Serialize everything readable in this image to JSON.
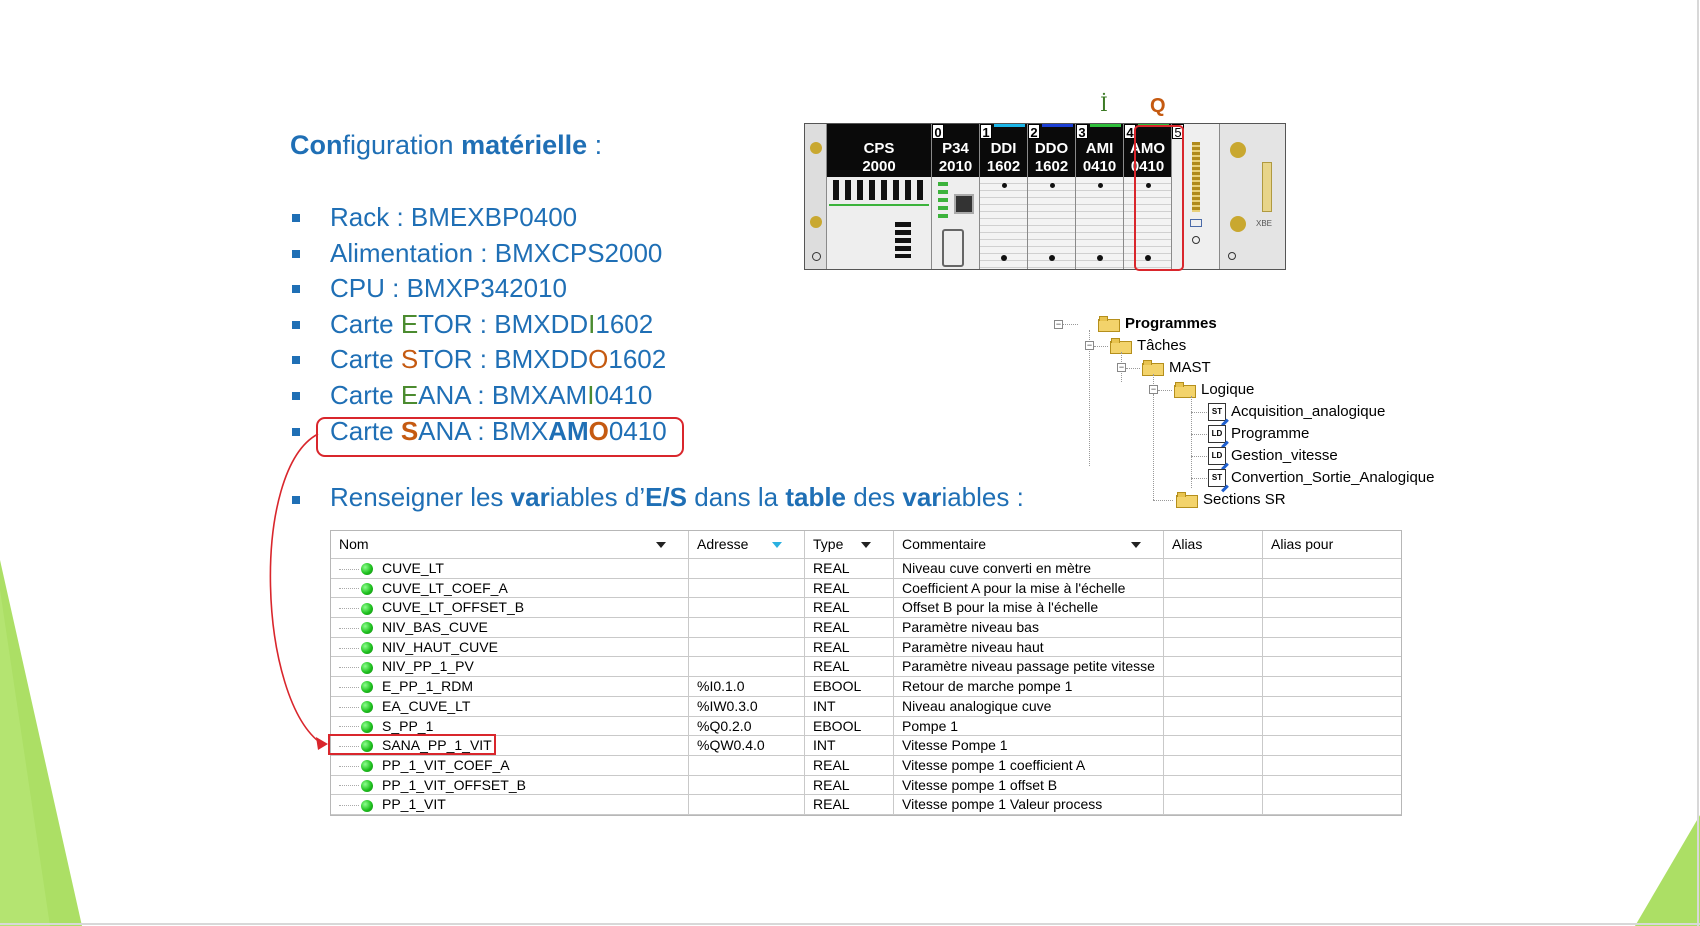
{
  "title": {
    "part1": "Con",
    "part2": "f",
    "part3": "iguration ",
    "part4": "matérielle",
    "part5": " :"
  },
  "bullets": [
    {
      "label": "Rack : ",
      "value": "BMEXBP0400"
    },
    {
      "label": "Alimentation : ",
      "value": "BMXCPS2000"
    },
    {
      "label": "CPU : ",
      "value": "BMXP342010"
    },
    {
      "pre": "Carte ",
      "hl": "E",
      "mid": "TOR : BMXDD",
      "hl2": "I",
      "post": "1602"
    },
    {
      "pre": "Carte ",
      "hl": "S",
      "mid": "TOR : BMXDD",
      "hl2": "O",
      "post": "1602"
    },
    {
      "pre": "Carte ",
      "hl": "E",
      "mid": "ANA : BMXAM",
      "hl2": "I",
      "post": "0410"
    },
    {
      "pre": "Carte ",
      "hl": "S",
      "mid": "ANA : BMX",
      "hl2a": "AM",
      "hl2": "O",
      "post": "0410"
    }
  ],
  "renseigner": {
    "a": "Renseigner les ",
    "b": "var",
    "c": "iables d’",
    "d": "E/S",
    "e": " dans la ",
    "f": "table",
    "g": " des ",
    "h": "var",
    "i": "iables :"
  },
  "rack": {
    "label_i": "İ",
    "label_q": "Q",
    "modules": [
      {
        "slot": "",
        "l1": "CPS",
        "l2": "2000"
      },
      {
        "slot": "0",
        "l1": "P34",
        "l2": "2010"
      },
      {
        "slot": "1",
        "l1": "DDI",
        "l2": "1602"
      },
      {
        "slot": "2",
        "l1": "DDO",
        "l2": "1602"
      },
      {
        "slot": "3",
        "l1": "AMI",
        "l2": "0410"
      },
      {
        "slot": "4",
        "l1": "AMO",
        "l2": "0410"
      },
      {
        "slot": "5",
        "l1": "",
        "l2": ""
      }
    ],
    "xbe": "XBE"
  },
  "tree": {
    "programmes": "Programmes",
    "taches": "Tâches",
    "mast": "MAST",
    "logique": "Logique",
    "items": [
      {
        "icon": "ST",
        "label": "Acquisition_analogique"
      },
      {
        "icon": "LD",
        "label": "Programme"
      },
      {
        "icon": "LD",
        "label": "Gestion_vitesse"
      },
      {
        "icon": "ST",
        "label": "Convertion_Sortie_Analogique"
      }
    ],
    "sections_sr": "Sections SR"
  },
  "table": {
    "headers": {
      "nom": "Nom",
      "adresse": "Adresse",
      "type": "Type",
      "commentaire": "Commentaire",
      "alias": "Alias",
      "alias_pour": "Alias pour"
    },
    "rows": [
      {
        "nom": "CUVE_LT",
        "adresse": "",
        "type": "REAL",
        "commentaire": "Niveau cuve converti en mètre"
      },
      {
        "nom": "CUVE_LT_COEF_A",
        "adresse": "",
        "type": "REAL",
        "commentaire": "Coefficient A pour la mise à l'échelle"
      },
      {
        "nom": "CUVE_LT_OFFSET_B",
        "adresse": "",
        "type": "REAL",
        "commentaire": "Offset B pour la mise à l'échelle"
      },
      {
        "nom": "NIV_BAS_CUVE",
        "adresse": "",
        "type": "REAL",
        "commentaire": "Paramètre niveau bas"
      },
      {
        "nom": "NIV_HAUT_CUVE",
        "adresse": "",
        "type": "REAL",
        "commentaire": "Paramètre niveau haut"
      },
      {
        "nom": "NIV_PP_1_PV",
        "adresse": "",
        "type": "REAL",
        "commentaire": "Paramètre niveau passage petite vitesse"
      },
      {
        "nom": "E_PP_1_RDM",
        "adresse": "%I0.1.0",
        "type": "EBOOL",
        "commentaire": "Retour de marche pompe 1"
      },
      {
        "nom": "EA_CUVE_LT",
        "adresse": "%IW0.3.0",
        "type": "INT",
        "commentaire": "Niveau analogique cuve"
      },
      {
        "nom": "S_PP_1",
        "adresse": "%Q0.2.0",
        "type": "EBOOL",
        "commentaire": "Pompe 1"
      },
      {
        "nom": "SANA_PP_1_VIT",
        "adresse": "%QW0.4.0",
        "type": "INT",
        "commentaire": "Vitesse Pompe 1"
      },
      {
        "nom": "PP_1_VIT_COEF_A",
        "adresse": "",
        "type": "REAL",
        "commentaire": "Vitesse pompe 1 coefficient A"
      },
      {
        "nom": "PP_1_VIT_OFFSET_B",
        "adresse": "",
        "type": "REAL",
        "commentaire": "Vitesse pompe 1 offset B"
      },
      {
        "nom": "PP_1_VIT",
        "adresse": "",
        "type": "REAL",
        "commentaire": "Vitesse pompe 1 Valeur process"
      }
    ]
  },
  "colors": {
    "accent_blue": "#1f6fb5",
    "orange": "#c55a11",
    "green": "#4b8b2f",
    "highlight_red": "#d9262c",
    "deco_green": "#8dd63f"
  }
}
